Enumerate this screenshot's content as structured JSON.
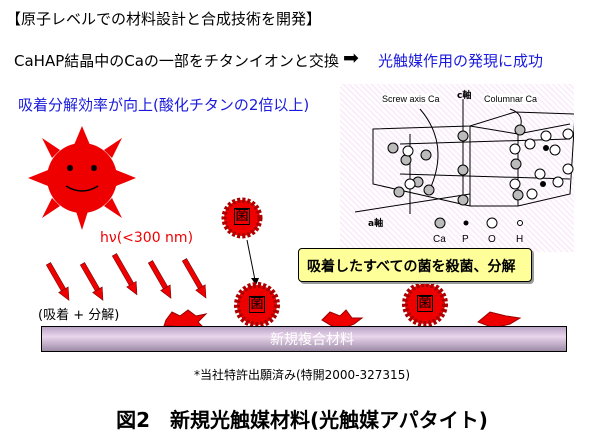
{
  "title": "【原子レベルでの材料設計と合成技術を開発】",
  "line1": {
    "text": "CaHAP結晶中のCaの一部をチタンイオンと交換",
    "arrow": "➡",
    "result": "光触媒作用の発現に成功"
  },
  "line2": "吸着分解効率が向上(酸化チタンの2倍以上)",
  "crystal": {
    "screw": "Screw axis Ca",
    "c_axis": "c軸",
    "columnar": "Columnar Ca",
    "a_axis": "a軸",
    "legend": [
      "Ca",
      "P",
      "O",
      "H"
    ]
  },
  "light": "hν(<300 nm)",
  "absorb": "(吸着 + 分解)",
  "bacteria": "菌",
  "callout": "吸着したすべての菌を殺菌、分解",
  "material": "新規複合材料",
  "patent": "*当社特許出願済み(特開2000-327315)",
  "caption": "図2　新規光触媒材料(光触媒アパタイト)",
  "colors": {
    "red": "#ee0000",
    "blue": "#1a1adc",
    "yellow": "#ffff99"
  }
}
